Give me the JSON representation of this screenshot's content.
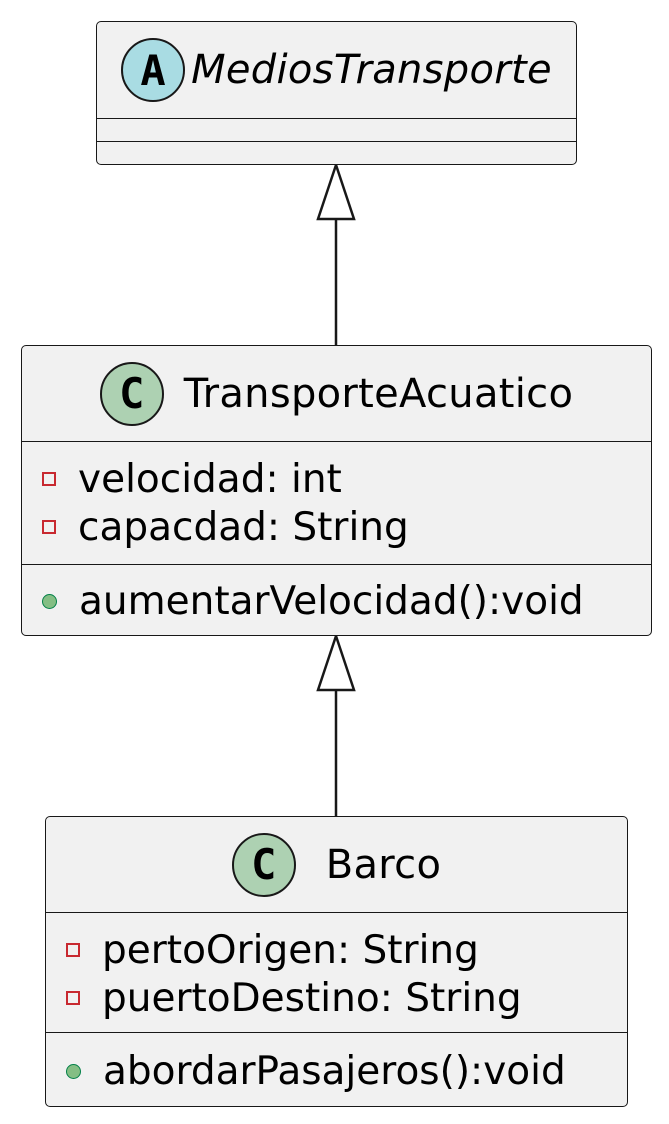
{
  "classes": {
    "medios": {
      "stereotype_glyph": "A",
      "name": "MediosTransporte",
      "kind": "abstract",
      "fields": [],
      "methods": []
    },
    "transporte": {
      "stereotype_glyph": "C",
      "name": "TransporteAcuatico",
      "kind": "class",
      "fields": [
        {
          "visibility": "private",
          "text": "velocidad: int"
        },
        {
          "visibility": "private",
          "text": "capacdad: String"
        }
      ],
      "methods": [
        {
          "visibility": "public",
          "text": "aumentarVelocidad():void"
        }
      ]
    },
    "barco": {
      "stereotype_glyph": "C",
      "name": "Barco",
      "kind": "class",
      "fields": [
        {
          "visibility": "private",
          "text": "pertoOrigen: String"
        },
        {
          "visibility": "private",
          "text": "puertoDestino: String"
        }
      ],
      "methods": [
        {
          "visibility": "public",
          "text": "abordarPasajeros():void"
        }
      ]
    }
  },
  "relations": [
    {
      "type": "inheritance",
      "from": "TransporteAcuatico",
      "to": "MediosTransporte"
    },
    {
      "type": "inheritance",
      "from": "Barco",
      "to": "TransporteAcuatico"
    }
  ],
  "colors": {
    "class_fill": "#f1f1f1",
    "border": "#181818",
    "abstract_badge": "#a9dce3",
    "class_badge": "#add1b2",
    "private_marker": "#c82930",
    "public_marker": "#84be84"
  }
}
